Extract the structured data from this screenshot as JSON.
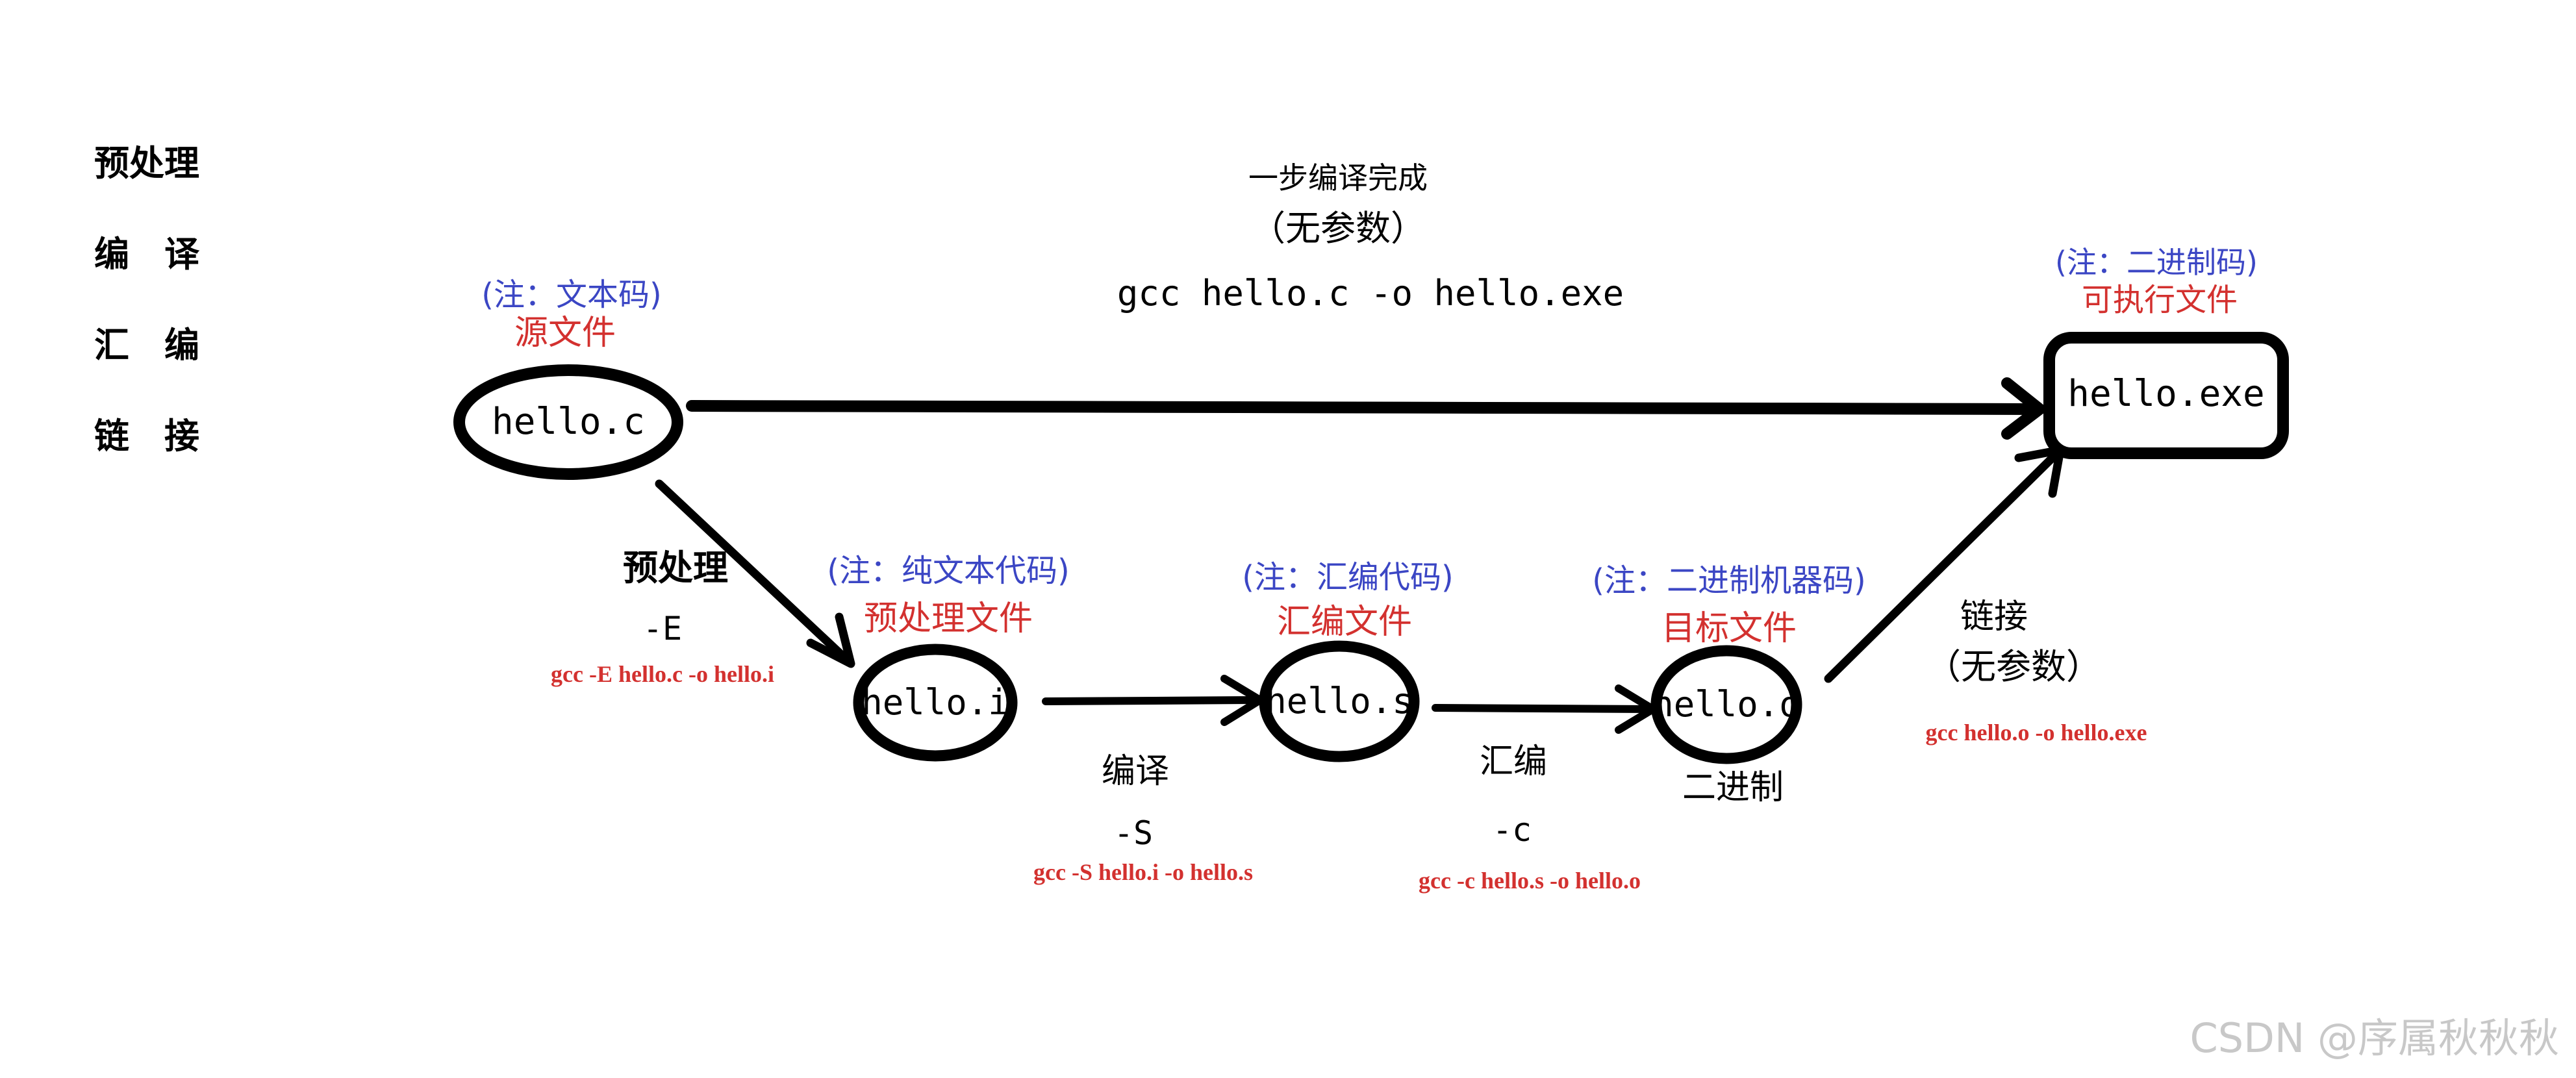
{
  "colors": {
    "ink": "#000000",
    "note": "#3b46c4",
    "file": "#d3312f",
    "cmd": "#d3312f",
    "watermark": "#c8c8c8"
  },
  "legend": [
    "预处理",
    "编　译",
    "汇　编",
    "链　接"
  ],
  "one_step": {
    "title": "一步编译完成",
    "subtitle": "（无参数）",
    "command": "gcc hello.c -o hello.exe"
  },
  "nodes": {
    "source": {
      "note": "(注：文本码)",
      "kind": "源文件",
      "name": "hello.c"
    },
    "preprocessed": {
      "note": "(注：纯文本代码)",
      "kind": "预处理文件",
      "name": "hello.i"
    },
    "assembly": {
      "note": "(注：汇编代码)",
      "kind": "汇编文件",
      "name": "hello.s"
    },
    "object": {
      "note": "(注：二进制机器码)",
      "kind": "目标文件",
      "name": "hello.o",
      "extra": "二进制"
    },
    "executable": {
      "note": "(注：二进制码)",
      "kind": "可执行文件",
      "name": "hello.exe"
    }
  },
  "steps": {
    "preprocess": {
      "label": "预处理",
      "flag": "-E",
      "command": "gcc -E hello.c -o hello.i"
    },
    "compile": {
      "label": "编译",
      "flag": "-S",
      "command": "gcc -S hello.i -o hello.s"
    },
    "assemble": {
      "label": "汇编",
      "flag": "-c",
      "command": "gcc -c hello.s -o hello.o"
    },
    "link": {
      "label": "链接",
      "flag": "（无参数）",
      "command": "gcc hello.o  -o hello.exe"
    }
  },
  "watermark": "CSDN @序属秋秋秋"
}
